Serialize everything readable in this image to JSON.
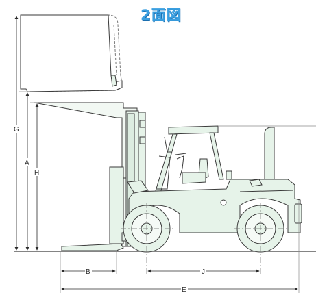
{
  "title": "2面図",
  "dimensions": {
    "G": "G",
    "A": "A",
    "H": "H",
    "B": "B",
    "J": "J",
    "E": "E"
  },
  "colors": {
    "title": "#3a9fe0",
    "body_fill": "#e6f3e9",
    "line": "#3a3a3a",
    "dash": "#6a6a6a"
  }
}
